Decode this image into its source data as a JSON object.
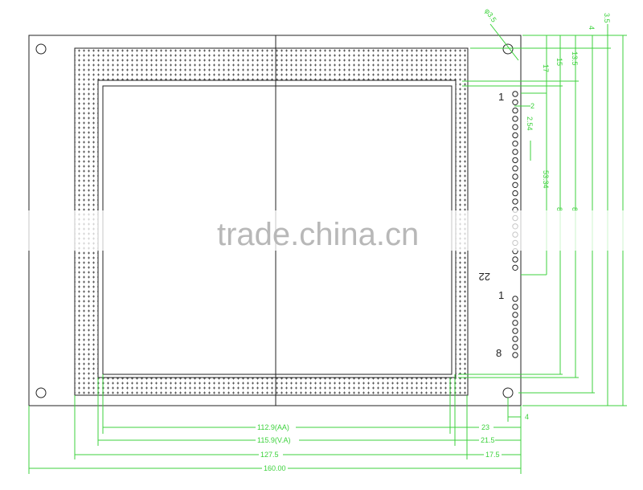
{
  "watermark": "trade.china.cn",
  "colors": {
    "dimension": "#3cd23c",
    "outline": "#222222"
  },
  "pin_labels": {
    "top_first": "1",
    "top_last": "22",
    "bottom_first": "1",
    "bottom_last": "8"
  },
  "right_dims": {
    "hole_dia": "φ3.5",
    "d3_5": "3.5",
    "d4": "4",
    "d17": "17",
    "d15": "15",
    "d13_5": "13.5",
    "d2": "2",
    "pitch": "2.54",
    "d53_34": "53.34",
    "d8a": "8",
    "d8b": "8"
  },
  "bottom_dims": {
    "aa": "112.9(AA)",
    "va": "115.9(V.A)",
    "bezel": "127.5",
    "total": "160.00",
    "d23": "23",
    "d21_5": "21.5",
    "d17_5": "17.5",
    "d4": "4"
  }
}
